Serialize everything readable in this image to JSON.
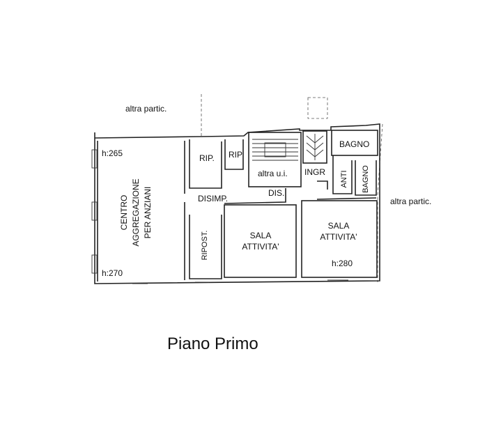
{
  "plan": {
    "title": "Piano Primo",
    "neighbors": {
      "top": "altra partic.",
      "right": "altra partic."
    },
    "rooms": {
      "centro_line1": "CENTRO",
      "centro_line2": "AGGREGAZIONE",
      "centro_line3": "PER ANZIANI",
      "rip1": "RIP.",
      "rip2": "RIP",
      "altra_ui": "altra u.i.",
      "ingr": "INGR",
      "bagno1": "BAGNO",
      "anti": "ANTI",
      "bagno2": "BAGNO",
      "disimp": "DISIMP.",
      "dis": "DIS.",
      "ripost": "RIPOST.",
      "sala1_line1": "SALA",
      "sala1_line2": "ATTIVITA'",
      "sala2_line1": "SALA",
      "sala2_line2": "ATTIVITA'"
    },
    "heights": {
      "h1": "h:265",
      "h2": "h:270",
      "h3": "h:280"
    }
  }
}
